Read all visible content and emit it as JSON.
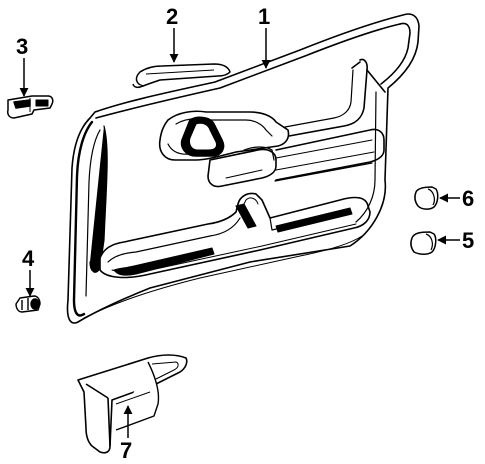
{
  "diagram": {
    "callouts": [
      {
        "id": "callout-1",
        "label": "1"
      },
      {
        "id": "callout-2",
        "label": "2"
      },
      {
        "id": "callout-3",
        "label": "3"
      },
      {
        "id": "callout-4",
        "label": "4"
      },
      {
        "id": "callout-5",
        "label": "5"
      },
      {
        "id": "callout-6",
        "label": "6"
      },
      {
        "id": "callout-7",
        "label": "7"
      }
    ],
    "colors": {
      "line": "#000000",
      "fill": "#ffffff",
      "shade": "#000000"
    }
  }
}
